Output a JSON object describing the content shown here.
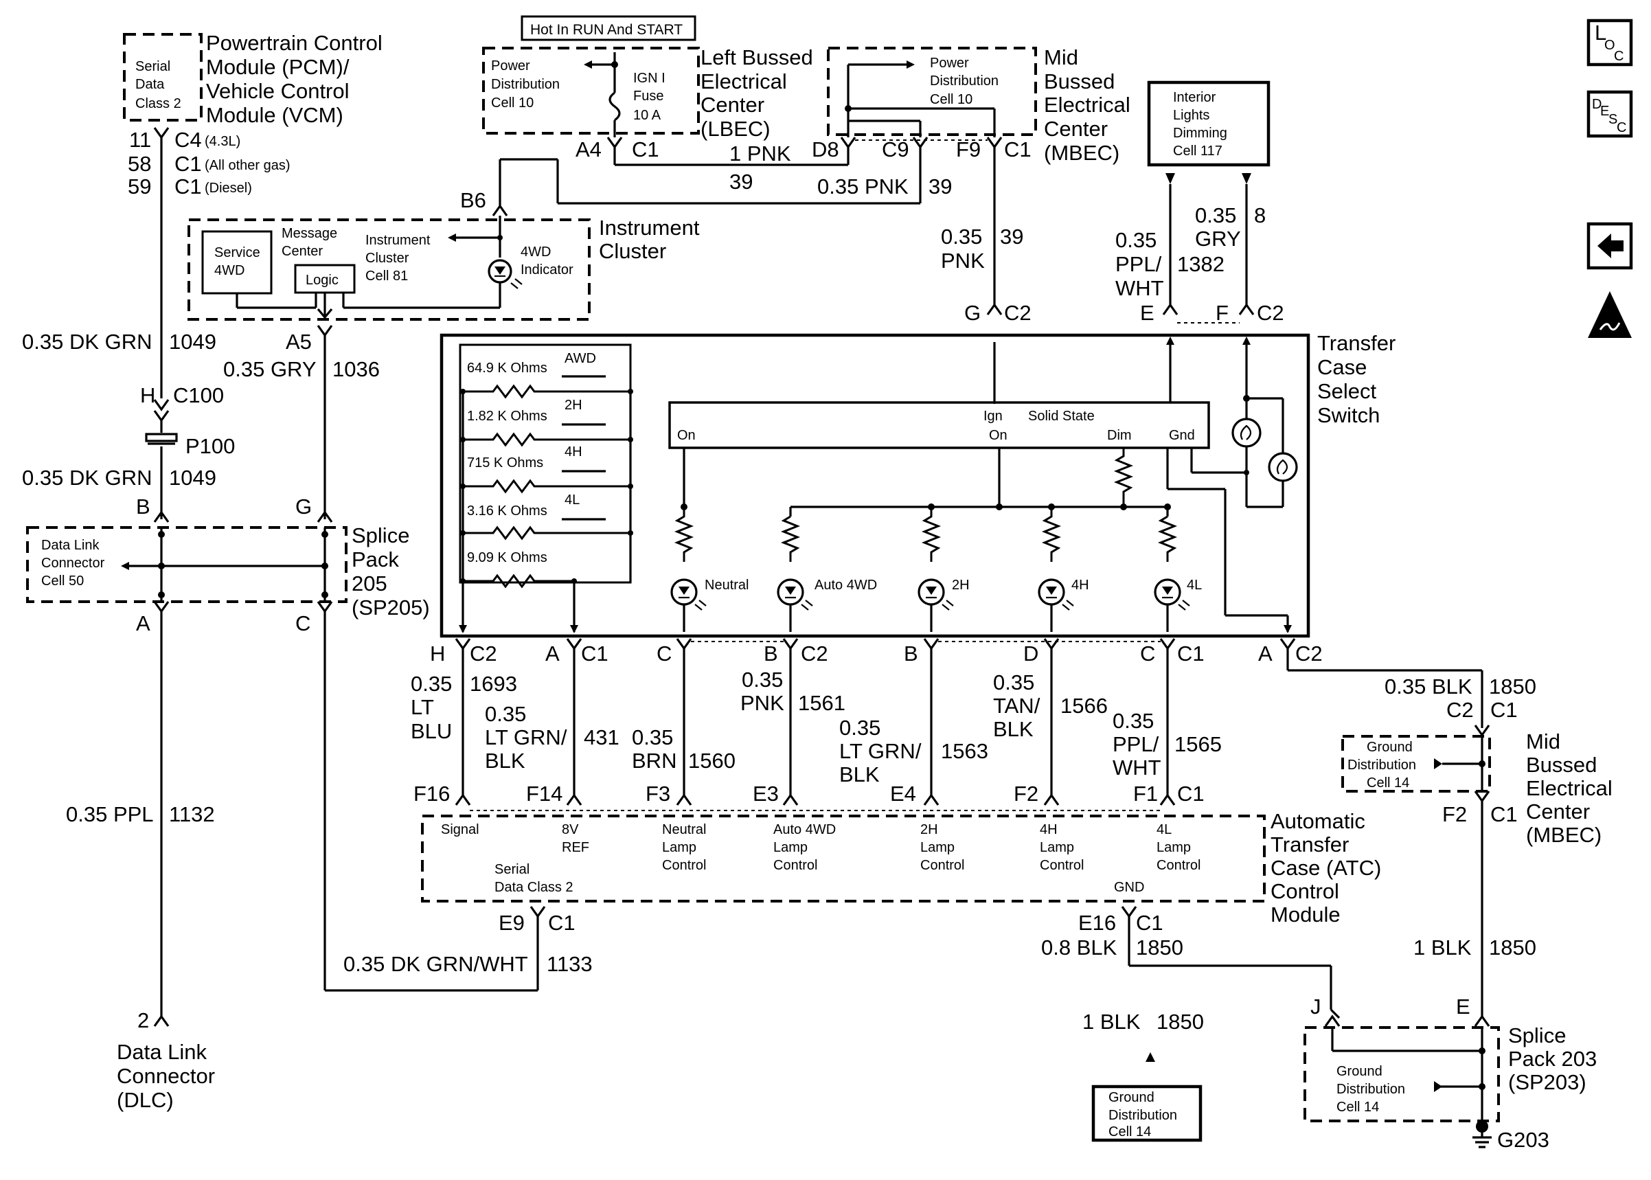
{
  "top_note": "Hot In RUN And START",
  "pcm": {
    "title": [
      "Powertrain Control",
      "Module (PCM)/",
      "Vehicle Control",
      "Module (VCM)"
    ],
    "box": [
      "Serial",
      "Data",
      "Class 2"
    ],
    "pins": [
      {
        "pin": "11",
        "conn": "C4",
        "note": "(4.3L)"
      },
      {
        "pin": "58",
        "conn": "C1",
        "note": "(All other gas)"
      },
      {
        "pin": "59",
        "conn": "C1",
        "note": "(Diesel)"
      }
    ]
  },
  "lbec": {
    "title": [
      "Left Bussed",
      "Electrical",
      "Center",
      "(LBEC)"
    ],
    "pd": [
      "Power",
      "Distribution",
      "Cell 10"
    ],
    "fuse": [
      "IGN I",
      "Fuse",
      "10 A"
    ],
    "pin": "A4",
    "conn": "C1"
  },
  "mbec": {
    "title": [
      "Mid",
      "Bussed",
      "Electrical",
      "Center",
      "(MBEC)"
    ],
    "pd": [
      "Power",
      "Distribution",
      "Cell 10"
    ],
    "pin_d8": "D8",
    "pin_c9": "C9",
    "pin_f9": "F9",
    "conn": "C1"
  },
  "interior": [
    "Interior",
    "Lights",
    "Dimming",
    "Cell 117"
  ],
  "loc_icon": {
    "main": "L",
    "sub": "O",
    "sub2": "C"
  },
  "desc_icon": {
    "a": "D",
    "b": "E",
    "c": "S",
    "d": "C"
  },
  "wires": {
    "w1pnk": "1 PNK",
    "c39a": "39",
    "w035pnk": "0.35 PNK",
    "c39b": "39",
    "w035pnk_v": [
      "0.35",
      "PNK"
    ],
    "c39c": "39",
    "ppl": [
      "0.35",
      "PPL/",
      "WHT"
    ],
    "c1382": "1382",
    "gry": [
      "0.35",
      "GRY"
    ],
    "c8": "8",
    "dkgrn1": "0.35 DK GRN",
    "c1049a": "1049",
    "gry2": "0.35 GRY",
    "c1036": "1036",
    "dkgrn2": "0.35 DK GRN",
    "c1049b": "1049",
    "ppl1132": "0.35 PPL",
    "c1132": "1132",
    "dkgrnwht": "0.35 DK GRN/WHT",
    "c1133": "1133",
    "blk1850a": "0.35 BLK",
    "c1850a": "1850",
    "blk08": "0.8 BLK",
    "c1850b": "1850",
    "blk1a": "1 BLK",
    "c1850c": "1850",
    "blk1b": "1 BLK",
    "c1850d": "1850",
    "ltblu": [
      "0.35",
      "LT",
      "BLU"
    ],
    "c1693": "1693",
    "ltgrnblk": [
      "0.35",
      "LT GRN/",
      "BLK"
    ],
    "c431": "431",
    "brn": [
      "0.35",
      "BRN"
    ],
    "c1560": "1560",
    "pnk": [
      "0.35",
      "PNK"
    ],
    "c1561": "1561",
    "ltgrnblk2": [
      "0.35",
      "LT GRN/",
      "BLK"
    ],
    "c1563": "1563",
    "tanblk": [
      "0.35",
      "TAN/",
      "BLK"
    ],
    "c1566": "1566",
    "pplwht": [
      "0.35",
      "PPL/",
      "WHT"
    ],
    "c1565": "1565"
  },
  "conns": {
    "b6": "B6",
    "g": "G",
    "c2": "C2",
    "e": "E",
    "f": "F",
    "a5": "A5",
    "h": "H",
    "c100": "C100",
    "p100": "P100",
    "b": "B",
    "gg": "G",
    "a": "A",
    "c": "C",
    "h2": "H",
    "a2": "A",
    "c_3": "C",
    "b2": "B",
    "b3": "B",
    "d": "D",
    "c4": "C",
    "a3": "A",
    "c1": "C1",
    "c2b": "C2",
    "c2c": "C2",
    "f16": "F16",
    "f14": "F14",
    "f3": "F3",
    "e3": "E3",
    "e4": "E4",
    "f2": "F2",
    "f1": "F1",
    "e9": "E9",
    "e16": "E16",
    "j": "J",
    "e2": "E",
    "f2b": "F2",
    "two": "2",
    "g203": "G203"
  },
  "cluster": {
    "title": [
      "Instrument",
      "Cluster"
    ],
    "service": [
      "Service",
      "4WD"
    ],
    "msg": [
      "Message",
      "Center"
    ],
    "logic": "Logic",
    "ic": [
      "Instrument",
      "Cluster",
      "Cell 81"
    ],
    "ind": [
      "4WD",
      "Indicator"
    ]
  },
  "dlc": {
    "title": [
      "Data Link",
      "Connector",
      "(DLC)"
    ]
  },
  "sp205": {
    "title": [
      "Splice",
      "Pack",
      "205",
      "(SP205)"
    ],
    "dl": [
      "Data Link",
      "Connector",
      "Cell 50"
    ]
  },
  "tcss": {
    "title": [
      "Transfer",
      "Case",
      "Select",
      "Switch"
    ],
    "res": [
      "64.9 K Ohms",
      "1.82 K Ohms",
      "715 K Ohms",
      "3.16 K Ohms",
      "9.09 K Ohms"
    ],
    "sw": [
      "AWD",
      "2H",
      "4H",
      "4L"
    ],
    "ss": {
      "title": "Solid State",
      "on": "On",
      "ign": [
        "Ign",
        "On"
      ],
      "dim": "Dim",
      "gnd": "Gnd"
    },
    "lamps": [
      "Neutral",
      "Auto 4WD",
      "2H",
      "4H",
      "4L"
    ]
  },
  "atc": {
    "title": [
      "Automatic",
      "Transfer",
      "Case (ATC)",
      "Control",
      "Module"
    ],
    "terms": [
      [
        "Signal"
      ],
      [
        "8V",
        "REF"
      ],
      [
        "Neutral",
        "Lamp",
        "Control"
      ],
      [
        "Auto 4WD",
        "Lamp",
        "Control"
      ],
      [
        "2H",
        "Lamp",
        "Control"
      ],
      [
        "4H",
        "Lamp",
        "Control"
      ],
      [
        "4L",
        "Lamp",
        "Control"
      ]
    ],
    "sd": [
      "Serial",
      "Data Class 2"
    ],
    "gnd": "GND"
  },
  "mbec2": {
    "title": [
      "Mid",
      "Bussed",
      "Electrical",
      "Center",
      "(MBEC)"
    ],
    "gd": [
      "Ground",
      "Distribution",
      "Cell 14"
    ]
  },
  "sp203": {
    "title": [
      "Splice",
      "Pack 203",
      "(SP203)"
    ],
    "gd": [
      "Ground",
      "Distribution",
      "Cell 14"
    ]
  },
  "gd_box": [
    "Ground",
    "Distribution",
    "Cell 14"
  ]
}
